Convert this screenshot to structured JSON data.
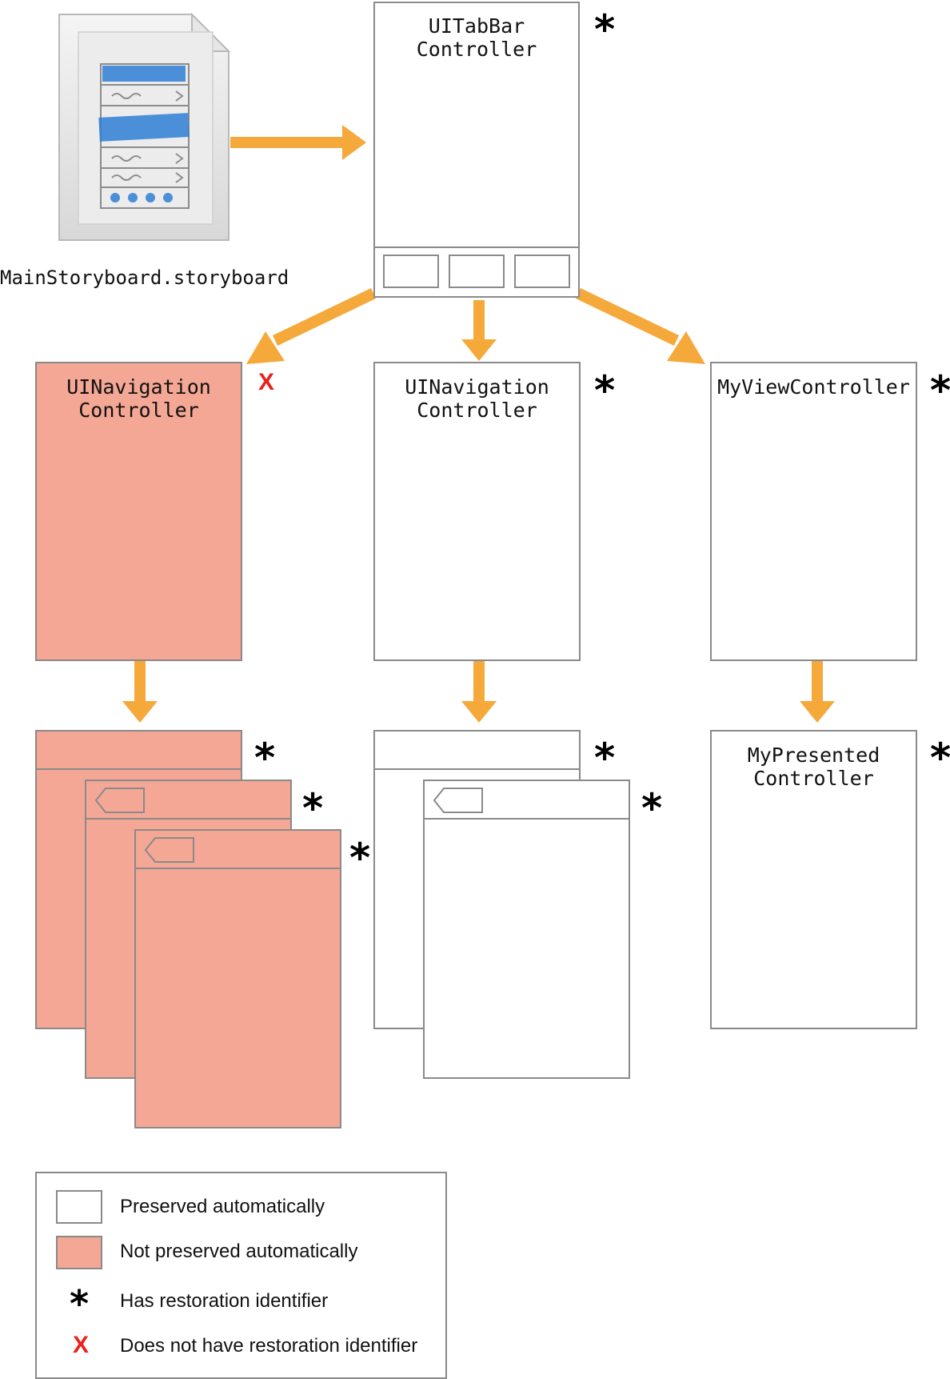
{
  "storyboard": {
    "file_name": "MainStoryboard.storyboard",
    "icon": "storyboard-file-icon"
  },
  "controllers": {
    "tab_bar": {
      "title": "UITabBar\nController",
      "preserved": true,
      "has_restoration_id": true
    },
    "nav_left": {
      "title": "UINavigation\nController",
      "preserved": false,
      "has_restoration_id": false
    },
    "nav_middle": {
      "title": "UINavigation\nController",
      "preserved": true,
      "has_restoration_id": true
    },
    "my_view": {
      "title": "MyViewController",
      "preserved": true,
      "has_restoration_id": true
    },
    "my_presented": {
      "title": "MyPresented\nController",
      "preserved": true,
      "has_restoration_id": true
    }
  },
  "markers": {
    "star": "*",
    "x": "X"
  },
  "legend": {
    "preserved": "Preserved automatically",
    "not_preserved": "Not preserved automatically",
    "has_id": "Has restoration identifier",
    "no_id": "Does not have restoration identifier"
  },
  "colors": {
    "arrow": "#f5a93a",
    "not_preserved_fill": "#f4a795",
    "border": "#8a8a8a",
    "x_mark": "#e8231c",
    "storyboard_sketch": "#2f7fd6"
  }
}
